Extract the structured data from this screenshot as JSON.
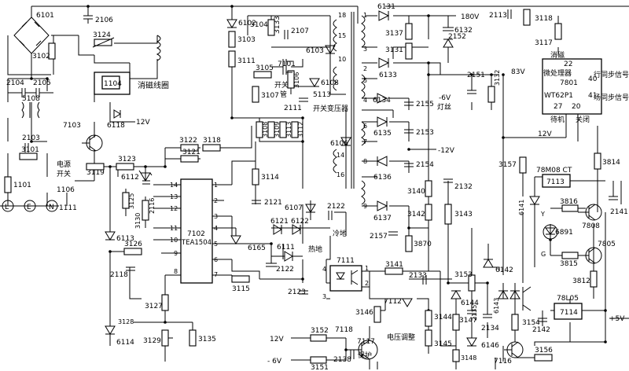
{
  "components": {
    "resistors": [
      "3102",
      "3124",
      "3101",
      "3123",
      "3125",
      "3130",
      "3122",
      "3121",
      "3118",
      "3119",
      "3126",
      "3127",
      "3129",
      "3135",
      "3103",
      "3111",
      "3105",
      "3107",
      "3104",
      "3133",
      "3106",
      "3108",
      "3109",
      "3113",
      "3112",
      "3114",
      "3115",
      "3137",
      "3131",
      "3132",
      "3118",
      "3117",
      "3157",
      "3814",
      "3140",
      "3142",
      "3143",
      "3870",
      "3141",
      "3146",
      "3144",
      "3145",
      "3147",
      "3148",
      "3153",
      "3154",
      "3156",
      "3152",
      "3151",
      "3816",
      "3815",
      "3812"
    ],
    "capacitors": [
      "2106",
      "2104",
      "2105",
      "2103",
      "2116",
      "2118",
      "2121",
      "2107",
      "2111",
      "2122",
      "2123",
      "2152",
      "2151",
      "2113",
      "2155",
      "2153",
      "2154",
      "2157",
      "2132",
      "2133",
      "2134",
      "2135",
      "2142",
      "2141",
      "2138"
    ],
    "diodes": [
      "6101",
      "6102",
      "6103",
      "6108",
      "6106",
      "6107",
      "6121",
      "6122",
      "6111",
      "6112",
      "6113",
      "6114",
      "6118",
      "6165",
      "6131",
      "6132",
      "6133",
      "6134",
      "6135",
      "6136",
      "6137",
      "6141",
      "6142",
      "6143",
      "6144",
      "6146",
      "6891"
    ],
    "transistors": [
      "7103",
      "7101",
      "7118",
      "7117",
      "7116",
      "7808",
      "7805"
    ]
  },
  "labels": {
    "degauss_coil": "消磁线圈",
    "power_switch": "电源\n开关",
    "switch_tube": "开关\n管",
    "switch_transformer": "开关变压器",
    "transformer_id": "5113",
    "hot_ground": "热地",
    "cold_ground": "冷地",
    "protection": "保护",
    "voltage_adjust": "电压调整",
    "standby": "待机",
    "shutdown": "关闭",
    "degauss": "消磁",
    "heater": "-6V\n灯丝",
    "hsync": "行同步信号",
    "vsync": "场同步信号"
  },
  "voltages": {
    "v180": "180V",
    "v83": "83V",
    "vneg12": "-12V",
    "v12a": "12V",
    "v12b": "12V",
    "v12c": "12V",
    "vneg6": "- 6V",
    "v5": "+5V"
  },
  "chips": {
    "tea": {
      "id": "7102",
      "name": "TEA1504"
    },
    "micro": {
      "pin22": "22",
      "title": "微处理器",
      "code1": "7801",
      "code2": "WT62P1",
      "pin40": "40",
      "pin41": "41",
      "pin27": "27",
      "pin20": "20"
    },
    "reg1": {
      "id": "7113",
      "name": "78M08 CT"
    },
    "reg2": {
      "id": "7114",
      "name": "78L05"
    },
    "opto": {
      "id": "7111"
    },
    "other": {
      "t1104": "1104",
      "t5108": "5108",
      "t1101": "1101",
      "t1106": "1106",
      "t1111": "1111",
      "t7112": "7112",
      "t3128": "3128"
    }
  },
  "pins": {
    "tea_left": [
      "14",
      "13",
      "12",
      "11",
      "10",
      "9",
      "8"
    ],
    "tea_right": [
      "1",
      "2",
      "3",
      "4",
      "5",
      "6",
      "7"
    ],
    "xfmr": [
      "18",
      "15",
      "10",
      "1",
      "3",
      "2",
      "5",
      "4",
      "6",
      "7",
      "8",
      "14",
      "16",
      "9"
    ],
    "opto": [
      "4",
      "1",
      "2",
      "3"
    ],
    "mains": [
      "L",
      "E",
      "N"
    ],
    "led": [
      "Y",
      "G"
    ]
  }
}
